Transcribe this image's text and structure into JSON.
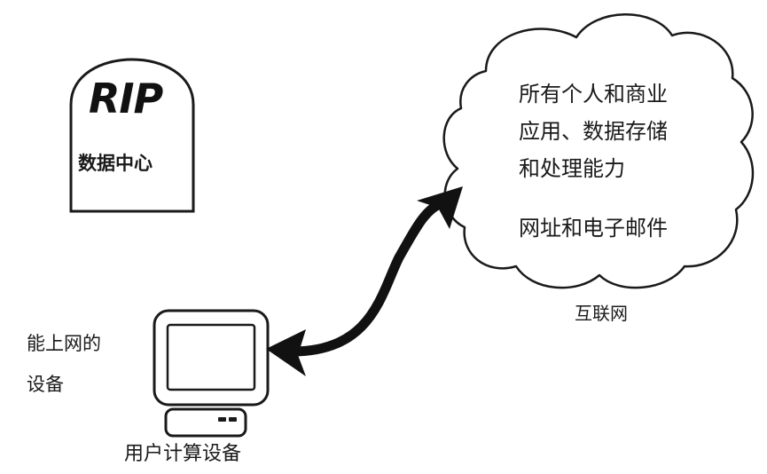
{
  "tombstone": {
    "title": "RIP",
    "subtitle": "数据中心"
  },
  "cloud": {
    "lines": [
      "所有个人和商业",
      "应用、数据存储",
      "和处理能力",
      "网址和电子邮件"
    ],
    "label": "互联网"
  },
  "device": {
    "label_lines": [
      "能上网的",
      "设备"
    ],
    "caption": "用户计算设备"
  },
  "icons": {
    "tombstone": "tombstone-icon",
    "cloud": "cloud-icon",
    "computer": "computer-icon",
    "arrow": "double-headed-arrow-icon"
  }
}
